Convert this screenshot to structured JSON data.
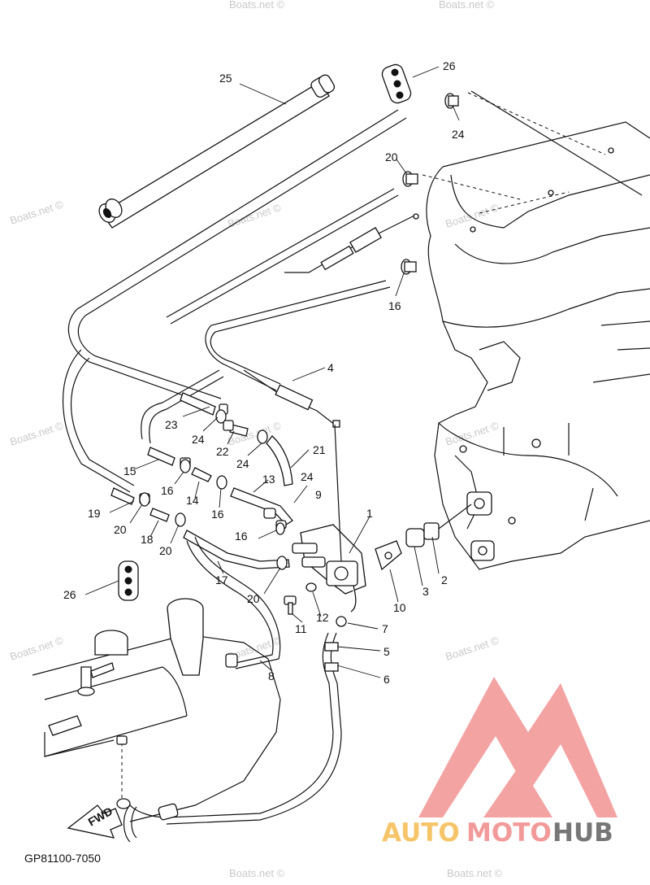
{
  "diagram": {
    "callouts": [
      "1",
      "2",
      "3",
      "4",
      "5",
      "6",
      "7",
      "8",
      "9",
      "10",
      "11",
      "12",
      "13",
      "14",
      "15",
      "16",
      "16",
      "16",
      "17",
      "18",
      "19",
      "20",
      "20",
      "20",
      "20",
      "21",
      "22",
      "23",
      "24",
      "24",
      "24",
      "24",
      "25",
      "26",
      "26"
    ],
    "watermark": "Boats.net ©",
    "fwd_label": "FWD",
    "diagram_code": "GP81100-7050"
  },
  "logo": {
    "word_part1": "AUTO",
    "word_part2": "MOTO",
    "word_part3": "HUB",
    "color_triangle": "#f4a3a3",
    "color_auto": "#f6c56a",
    "color_moto": "#f29a9a",
    "color_hub": "#777777",
    "icon": "triangle-m-logo-icon"
  }
}
